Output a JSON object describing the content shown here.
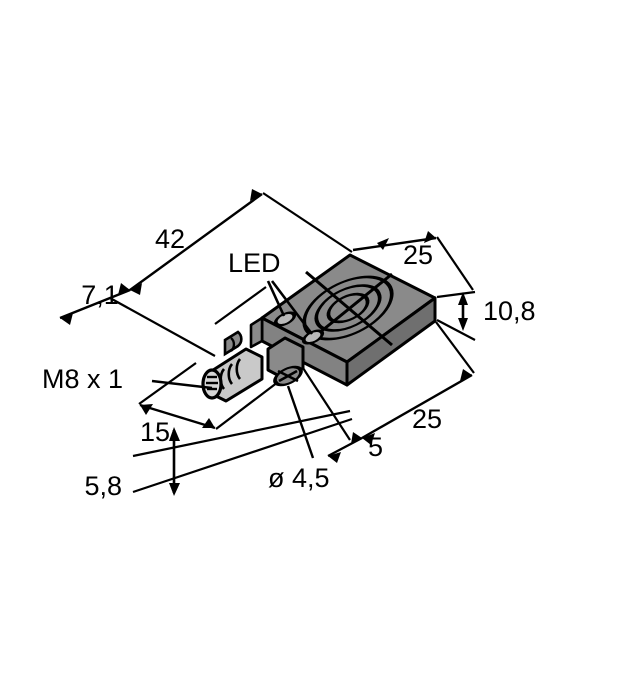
{
  "drawing": {
    "title": "Inductive sensor dimensional drawing",
    "background_color": "#ffffff",
    "line_color": "#000000",
    "body_top_color": "#8a8a8a",
    "body_front_color": "#828282",
    "body_side_color": "#6f6f6f",
    "connector_color": "#c9c9c9"
  },
  "labels": {
    "length": "42",
    "connector_offset": "7,1",
    "thread": "M8 x 1",
    "led": "LED",
    "width_top": "25",
    "height": "10,8",
    "width_bottom": "25",
    "slot_width": "5",
    "mount_spacing": "15",
    "cable_height": "5,8",
    "hole_diameter": "ø 4,5"
  },
  "parts": {
    "sensing_face": "sensing-face",
    "led_indicator_1": "led-indicator-1",
    "led_indicator_2": "led-indicator-2",
    "mounting_hole": "mounting-hole",
    "m8_connector": "m8-connector"
  }
}
